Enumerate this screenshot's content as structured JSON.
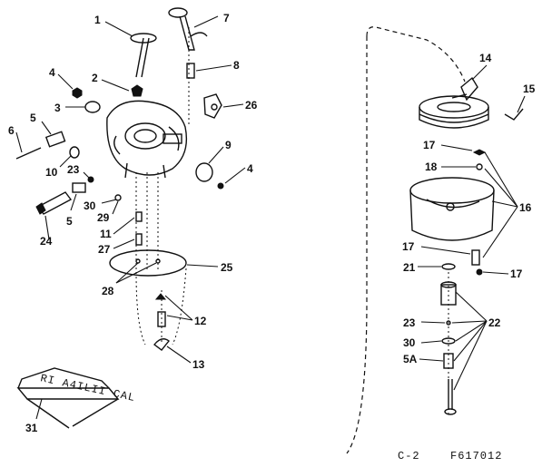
{
  "callouts": {
    "c1": "1",
    "c2": "2",
    "c3": "3",
    "c4a": "4",
    "c4b": "4",
    "c5a": "5",
    "c5b": "5",
    "c6": "6",
    "c7": "7",
    "c8": "8",
    "c9": "9",
    "c10": "10",
    "c11": "11",
    "c12": "12",
    "c13": "13",
    "c14": "14",
    "c15": "15",
    "c16": "16",
    "c17a": "17",
    "c17b": "17",
    "c17c": "17",
    "c18": "18",
    "c21": "21",
    "c22": "22",
    "c23a": "23",
    "c23b": "23",
    "c24": "24",
    "c25": "25",
    "c26": "26",
    "c27": "27",
    "c28": "28",
    "c29": "29",
    "c30a": "30",
    "c30b": "30",
    "c31": "31",
    "c5A": "5A"
  },
  "footer": {
    "sheet": "C-2",
    "figure": "F617012"
  }
}
